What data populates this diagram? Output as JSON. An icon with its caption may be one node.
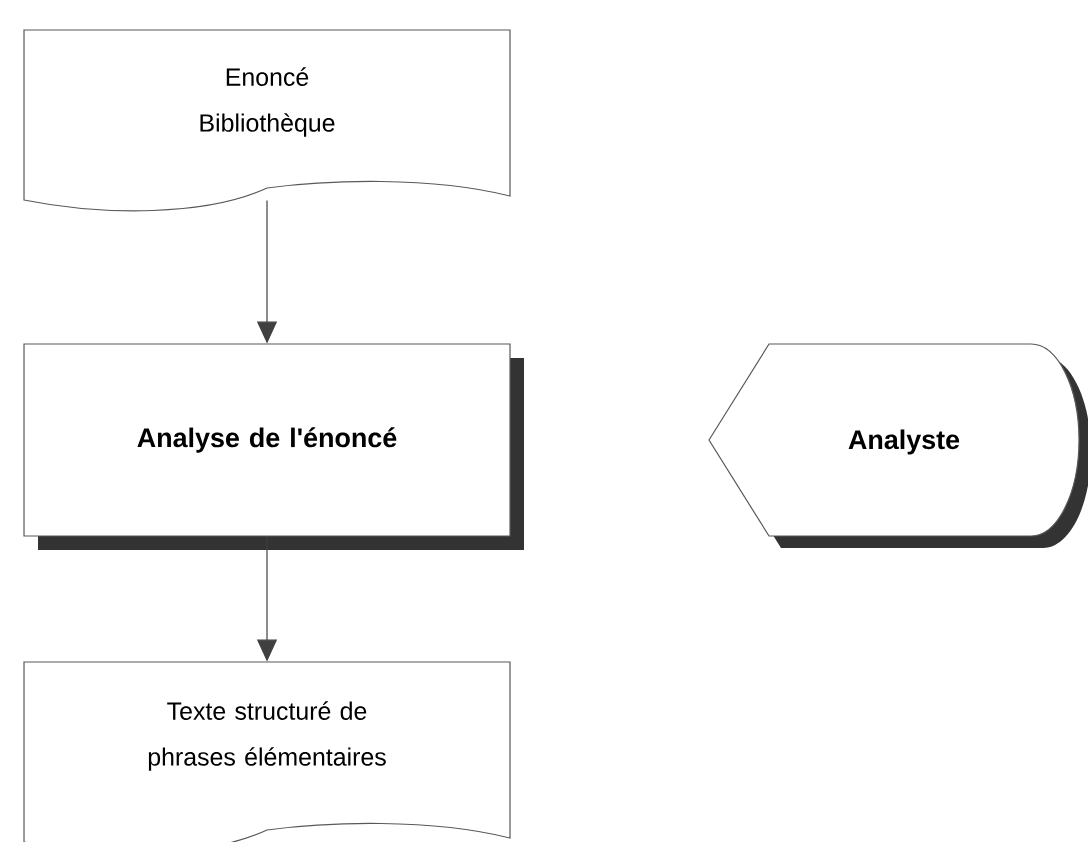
{
  "diagram": {
    "nodes": [
      {
        "text": [
          "Enoncé Bibliothèque"
        ]
      },
      {
        "text": [
          "Analyse de l'énoncé"
        ]
      },
      {
        "text": [
          "Analyste"
        ]
      },
      {
        "text": [
          "Texte structuré de phrases élémentaires"
        ]
      }
    ],
    "edges": [
      {
        "from": 0,
        "to": 1,
        "arrow": "to"
      },
      {
        "from": 1,
        "to": 3,
        "arrow": "to"
      }
    ]
  }
}
